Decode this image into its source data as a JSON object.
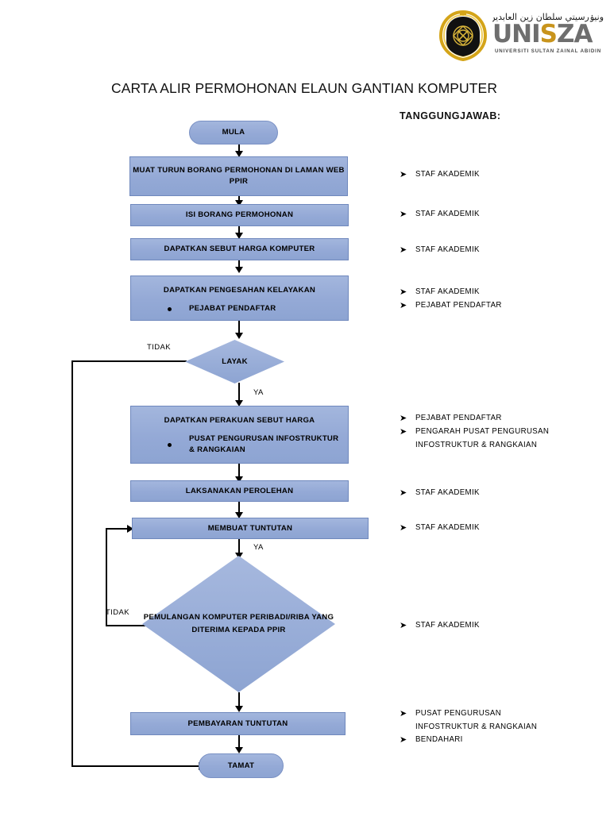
{
  "logo": {
    "crest_name": "unisza-crest",
    "jawi_text": "ونيۏرسيتي سلطان زين العابدين",
    "wordmark": "UNISZA",
    "wordmark_s": "S",
    "subtitle": "UNIVERSITI SULTAN ZAINAL ABIDIN",
    "gold": "#c8941d",
    "gray": "#6e6e6e"
  },
  "document": {
    "title": "CARTA ALIR PERMOHONAN ELAUN GANTIAN KOMPUTER",
    "responsibility_header": "TANGGUNGJAWAB:"
  },
  "colors": {
    "node_fill": "#94a9d6",
    "node_border": "#6f88bd",
    "connector": "#000000"
  },
  "flow": {
    "nodes": [
      {
        "id": "start",
        "type": "terminator",
        "label": "MULA"
      },
      {
        "id": "download",
        "type": "process",
        "label": "MUAT TURUN BORANG PERMOHONAN DI LAMAN WEB PPIR"
      },
      {
        "id": "fill",
        "type": "process",
        "label": "ISI BORANG PERMOHONAN"
      },
      {
        "id": "quote",
        "type": "process",
        "label": "DAPATKAN SEBUT HARGA KOMPUTER"
      },
      {
        "id": "verify",
        "type": "process",
        "label": "DAPATKAN PENGESAHAN KELAYAKAN",
        "sub": "PEJABAT PENDAFTAR"
      },
      {
        "id": "layak",
        "type": "decision",
        "label": "LAYAK"
      },
      {
        "id": "perakuan",
        "type": "process",
        "label": "DAPATKAN PERAKUAN SEBUT HARGA",
        "sub": "PUSAT PENGURUSAN INFOSTRUKTUR\n& RANGKAIAN"
      },
      {
        "id": "perolehan",
        "type": "process",
        "label": "LAKSANAKAN PEROLEHAN"
      },
      {
        "id": "tuntutan",
        "type": "process",
        "label": "MEMBUAT TUNTUTAN"
      },
      {
        "id": "pemulangan",
        "type": "decision",
        "label": "PEMULANGAN\nKOMPUTER\nPERIBADI/RIBA\nYANG DITERIMA\nKEPADA PPIR"
      },
      {
        "id": "bayaran",
        "type": "process",
        "label": "PEMBAYARAN TUNTUTAN"
      },
      {
        "id": "end",
        "type": "terminator",
        "label": "TAMAT"
      }
    ],
    "edge_labels": {
      "layak_no": "TIDAK",
      "layak_yes": "YA",
      "pemulangan_yes": "YA",
      "pemulangan_no": "TIDAK"
    }
  },
  "responsibilities": [
    {
      "id": "r1",
      "items": [
        "STAF AKADEMIK"
      ]
    },
    {
      "id": "r2",
      "items": [
        "STAF AKADEMIK"
      ]
    },
    {
      "id": "r3",
      "items": [
        "STAF AKADEMIK"
      ]
    },
    {
      "id": "r4",
      "items": [
        "STAF AKADEMIK",
        "PEJABAT PENDAFTAR"
      ]
    },
    {
      "id": "r5",
      "items": [
        "PEJABAT PENDAFTAR",
        "PENGARAH PUSAT PENGURUSAN"
      ],
      "continuation": "INFOSTRUKTUR & RANGKAIAN"
    },
    {
      "id": "r6",
      "items": [
        "STAF AKADEMIK"
      ]
    },
    {
      "id": "r7",
      "items": [
        "STAF AKADEMIK"
      ]
    },
    {
      "id": "r8",
      "items": [
        "STAF AKADEMIK"
      ]
    },
    {
      "id": "r9",
      "items": [
        "PUSAT PENGURUSAN"
      ],
      "continuation": "INFOSTRUKTUR & RANGKAIAN",
      "after": [
        "BENDAHARI"
      ]
    }
  ],
  "icons": {
    "bullet": "●",
    "arrow_bullet": "➤"
  }
}
